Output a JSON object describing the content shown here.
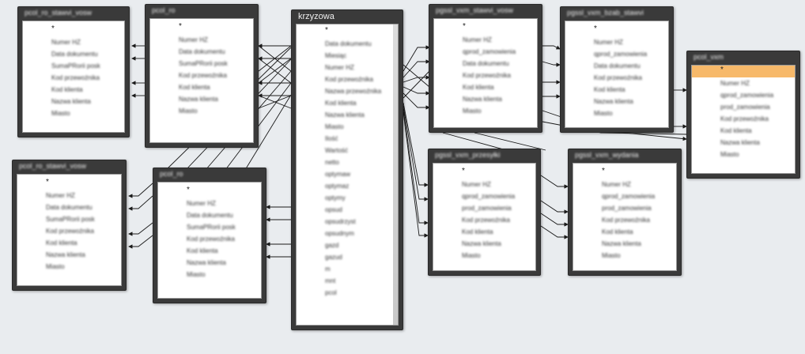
{
  "colors": {
    "canvas": "#e9ecef",
    "table_frame": "#3a3a3a",
    "table_body": "#ffffff",
    "selected_row": "#f7b96a",
    "wire": "#1a1a1a"
  },
  "tables": [
    {
      "id": "t1",
      "name": "pcol_ro_stawvi_vosw",
      "fields": [
        "*",
        "Numer HZ",
        "Data dokumentu",
        "SumaPRorii posk",
        "Kod przewoźnika",
        "Kod klienta",
        "Nazwa klienta",
        "Miasto"
      ]
    },
    {
      "id": "t2",
      "name": "pcol_ro",
      "fields": [
        "*",
        "Numer HZ",
        "Data dokumentu",
        "SumaPRorii posk",
        "Kod przewoźnika",
        "Kod klienta",
        "Nazwa klienta",
        "Miasto"
      ]
    },
    {
      "id": "t3",
      "name": "pcol_ro_stawvi_vosw",
      "fields": [
        "*",
        "Numer HZ",
        "Data dokumentu",
        "SumaPRorii posk",
        "Kod przewoźnika",
        "Kod klienta",
        "Nazwa klienta",
        "Miasto"
      ]
    },
    {
      "id": "t4",
      "name": "pcol_ro",
      "fields": [
        "*",
        "Numer HZ",
        "Data dokumentu",
        "SumaPRorii posk",
        "Kod przewoźnika",
        "Kod klienta",
        "Nazwa klienta",
        "Miasto"
      ]
    },
    {
      "id": "center",
      "name": "krzyzowa",
      "fields": [
        "*",
        "Data dokumentu",
        "Miesiąc",
        "Numer HZ",
        "Kod przewoźnika",
        "Nazwa przewoźnika",
        "Kod klienta",
        "Nazwa klienta",
        "Miasto",
        "Ilość",
        "Wartość",
        "netto",
        "optymaw",
        "optymaz",
        "optymy",
        "opsud",
        "opsudrzyst",
        "opsudnym",
        "gazd",
        "gazud",
        "m",
        "mnt",
        "pcol"
      ]
    },
    {
      "id": "r1",
      "name": "pgssl_vxm_stawvi_vosw",
      "fields": [
        "*",
        "Numer HZ",
        "qprod_zamowienia",
        "Data dokumentu",
        "Kod przewoźnika",
        "Kod klienta",
        "Nazwa klienta",
        "Miasto"
      ]
    },
    {
      "id": "r2",
      "name": "pgssl_vxm_bzab_stawvi",
      "fields": [
        "*",
        "Numer HZ",
        "qprod_zamowienia",
        "Data dokumentu",
        "Kod przewoźnika",
        "Kod klienta",
        "Nazwa klienta",
        "Miasto"
      ]
    },
    {
      "id": "r3",
      "name": "pcol_vxm",
      "fields": [
        "*",
        "Numer HZ",
        "qprod_zamowienia",
        "prod_zamowienia",
        "Kod przewoźnika",
        "Kod klienta",
        "Nazwa klienta",
        "Miasto"
      ]
    },
    {
      "id": "r4",
      "name": "pgssl_vxm_przesyłki",
      "fields": [
        "*",
        "Numer HZ",
        "qprod_zamowienia",
        "prod_zamowienia",
        "Kod przewoźnika",
        "Kod klienta",
        "Nazwa klienta",
        "Miasto"
      ]
    },
    {
      "id": "r5",
      "name": "pgssl_vxm_wydania",
      "fields": [
        "*",
        "Numer HZ",
        "qprod_zamowienia",
        "prod_zamowienia",
        "Kod przewoźnika",
        "Kod klienta",
        "Nazwa klienta",
        "Miasto"
      ]
    }
  ]
}
